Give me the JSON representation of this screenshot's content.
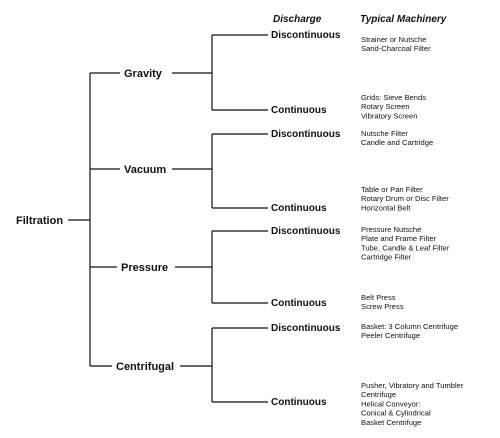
{
  "headers": {
    "discharge": "Discharge",
    "machinery": "Typical Machinery"
  },
  "root": "Filtration",
  "methods": [
    {
      "label": "Gravity",
      "branches": [
        {
          "discharge": "Discontinuous",
          "machinery": [
            "Strainer or Nutsche",
            "Sand-Charcoal Filter"
          ]
        },
        {
          "discharge": "Continuous",
          "machinery": [
            "Grids: Sieve Bends",
            "Rotary Screen",
            "Vibratory Screen"
          ]
        }
      ]
    },
    {
      "label": "Vacuum",
      "branches": [
        {
          "discharge": "Discontinuous",
          "machinery": [
            "Nutsche Filter",
            "Candle and Cartridge"
          ]
        },
        {
          "discharge": "Continuous",
          "machinery": [
            "Table or Pan Filter",
            "Rotary Drum or Disc Filter",
            "Horizontal Belt"
          ]
        }
      ]
    },
    {
      "label": "Pressure",
      "branches": [
        {
          "discharge": "Discontinuous",
          "machinery": [
            "Pressure Nutsche",
            "Plate and Frame Filter",
            "Tube, Candle & Leaf Filter",
            "Cartridge Filter"
          ]
        },
        {
          "discharge": "Continuous",
          "machinery": [
            "Belt Press",
            "Screw Press"
          ]
        }
      ]
    },
    {
      "label": "Centrifugal",
      "branches": [
        {
          "discharge": "Discontinuous",
          "machinery": [
            "Basket: 3 Column Centrifuge",
            "Peeler Centrifuge"
          ]
        },
        {
          "discharge": "Continuous",
          "machinery": [
            "Pusher, Vibratory and Tumbler",
            "Centrifuge",
            "Helical Conveyor:",
            "Conical & Cylindrical",
            "Basket Centrifuge"
          ]
        }
      ]
    }
  ]
}
